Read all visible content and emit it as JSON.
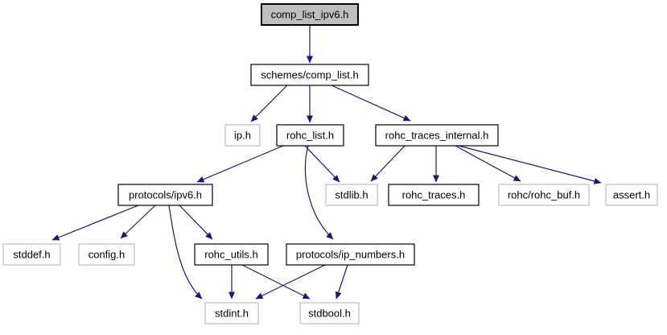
{
  "diagram": {
    "kind": "include-dependency-graph",
    "root_file": "comp_list_ipv6.h",
    "colors": {
      "edge": "#191970",
      "internal_node_border": "#000000",
      "external_node_border": "#bfbfbf",
      "root_node_fill": "#bfbfbf",
      "node_fill": "#ffffff",
      "background": "#ffffff",
      "text": "#000000"
    },
    "nodes": [
      {
        "id": "comp_list_ipv6",
        "label": "comp_list_ipv6.h",
        "kind": "root"
      },
      {
        "id": "schemes_comp_list",
        "label": "schemes/comp_list.h",
        "kind": "internal"
      },
      {
        "id": "ip",
        "label": "ip.h",
        "kind": "external"
      },
      {
        "id": "rohc_list",
        "label": "rohc_list.h",
        "kind": "internal"
      },
      {
        "id": "rohc_traces_internal",
        "label": "rohc_traces_internal.h",
        "kind": "internal"
      },
      {
        "id": "protocols_ipv6",
        "label": "protocols/ipv6.h",
        "kind": "internal"
      },
      {
        "id": "stdlib",
        "label": "stdlib.h",
        "kind": "external"
      },
      {
        "id": "rohc_traces",
        "label": "rohc_traces.h",
        "kind": "internal"
      },
      {
        "id": "rohc_rohc_buf",
        "label": "rohc/rohc_buf.h",
        "kind": "external"
      },
      {
        "id": "assert",
        "label": "assert.h",
        "kind": "external"
      },
      {
        "id": "stddef",
        "label": "stddef.h",
        "kind": "external"
      },
      {
        "id": "config",
        "label": "config.h",
        "kind": "external"
      },
      {
        "id": "rohc_utils",
        "label": "rohc_utils.h",
        "kind": "internal"
      },
      {
        "id": "protocols_ip_numbers",
        "label": "protocols/ip_numbers.h",
        "kind": "internal"
      },
      {
        "id": "stdint",
        "label": "stdint.h",
        "kind": "external"
      },
      {
        "id": "stdbool",
        "label": "stdbool.h",
        "kind": "external"
      }
    ],
    "edges": [
      {
        "from": "comp_list_ipv6",
        "to": "schemes_comp_list"
      },
      {
        "from": "schemes_comp_list",
        "to": "ip"
      },
      {
        "from": "schemes_comp_list",
        "to": "rohc_list"
      },
      {
        "from": "schemes_comp_list",
        "to": "rohc_traces_internal"
      },
      {
        "from": "rohc_list",
        "to": "protocols_ipv6"
      },
      {
        "from": "rohc_list",
        "to": "stdlib"
      },
      {
        "from": "rohc_list",
        "to": "protocols_ip_numbers"
      },
      {
        "from": "rohc_traces_internal",
        "to": "stdlib"
      },
      {
        "from": "rohc_traces_internal",
        "to": "rohc_traces"
      },
      {
        "from": "rohc_traces_internal",
        "to": "rohc_rohc_buf"
      },
      {
        "from": "rohc_traces_internal",
        "to": "assert"
      },
      {
        "from": "protocols_ipv6",
        "to": "stddef"
      },
      {
        "from": "protocols_ipv6",
        "to": "config"
      },
      {
        "from": "protocols_ipv6",
        "to": "stdint"
      },
      {
        "from": "protocols_ipv6",
        "to": "rohc_utils"
      },
      {
        "from": "rohc_utils",
        "to": "stdint"
      },
      {
        "from": "rohc_utils",
        "to": "stdbool"
      },
      {
        "from": "protocols_ip_numbers",
        "to": "stdint"
      },
      {
        "from": "protocols_ip_numbers",
        "to": "stdbool"
      }
    ]
  }
}
